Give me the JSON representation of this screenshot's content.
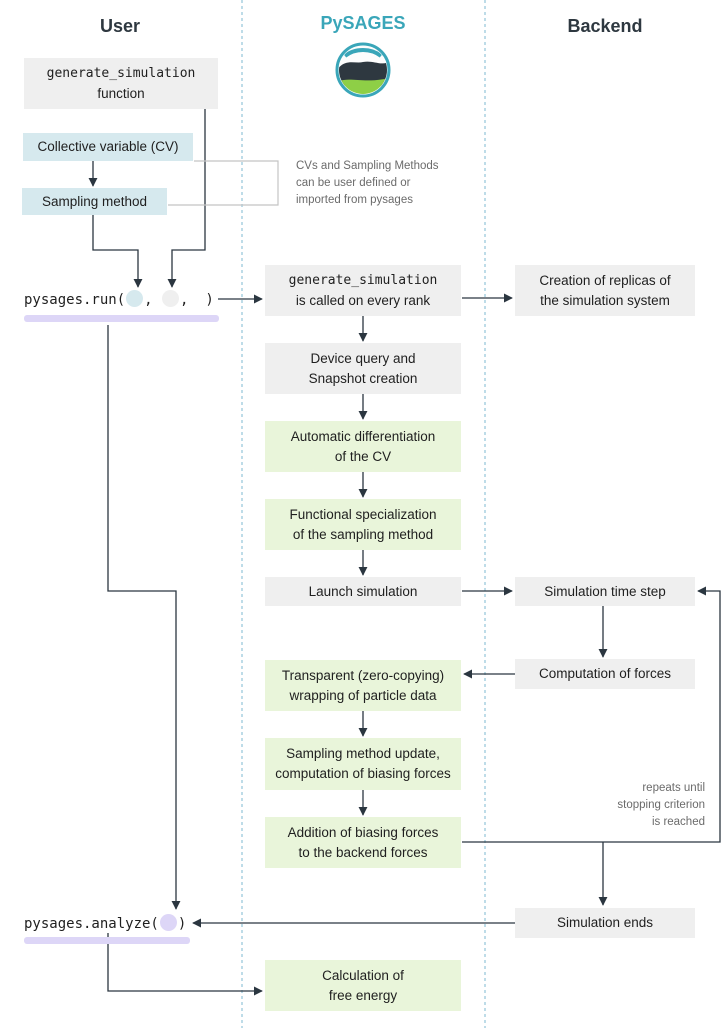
{
  "headers": {
    "user": "User",
    "pysages": "PySAGES",
    "backend": "Backend"
  },
  "user": {
    "gen_sim_code": "generate_simulation",
    "gen_sim_text": "function",
    "cv": "Collective variable (CV)",
    "sampling": "Sampling method",
    "note": [
      "CVs and Sampling Methods",
      "can be user defined or",
      "imported from pysages"
    ],
    "run_prefix": "pysages.run(",
    "run_sep1": ",",
    "run_sep2": ",",
    "run_suffix": ")",
    "analyze_prefix": "pysages.analyze(",
    "analyze_suffix": ")"
  },
  "pysages": {
    "called_code": "generate_simulation",
    "called_text": "is called on every rank",
    "device": [
      "Device query and",
      "Snapshot creation"
    ],
    "autodiff": [
      "Automatic differentiation",
      "of the CV"
    ],
    "functional": [
      "Functional specialization",
      "of the sampling method"
    ],
    "launch": "Launch simulation",
    "wrapping": [
      "Transparent (zero-copying)",
      "wrapping of particle data"
    ],
    "update": [
      "Sampling method update,",
      "computation of biasing forces"
    ],
    "addition": [
      "Addition of biasing forces",
      "to the backend forces"
    ],
    "free_energy": [
      "Calculation of",
      "free energy"
    ]
  },
  "backend": {
    "replicas": [
      "Creation of replicas of",
      "the simulation system"
    ],
    "timestep": "Simulation time step",
    "forces": "Computation of forces",
    "ends": "Simulation ends",
    "repeat_note": [
      "repeats until",
      "stopping criterion",
      "is reached"
    ]
  },
  "colors": {
    "gray_box": "#efefef",
    "blue_box": "#d6e9ee",
    "green_box": "#e9f5da",
    "accent_teal": "#3aa6b9",
    "bar_lavender": "#ddd6f7",
    "arrow": "#2b3640",
    "divider": "#9cc9dc"
  }
}
